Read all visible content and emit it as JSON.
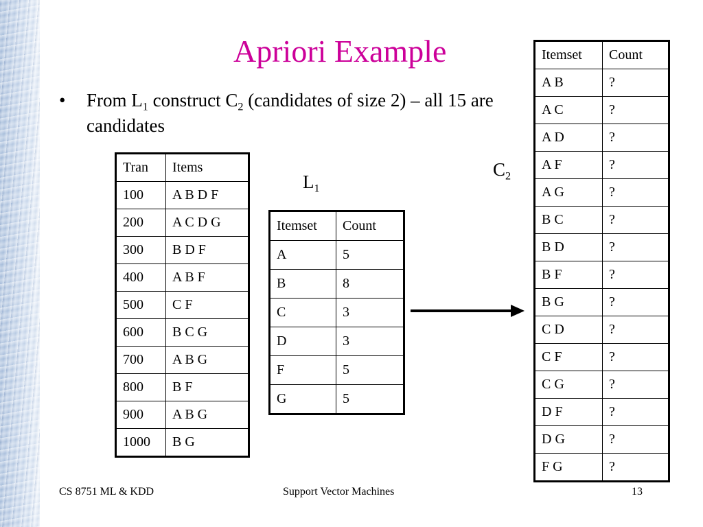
{
  "slide": {
    "title": "Apriori Example",
    "bullet": {
      "symbol": "•",
      "text_1": "From L",
      "sub_1": "1",
      "text_2": " construct C",
      "sub_2": "2",
      "text_3": " (candidates of size 2) – all 15 are candidates"
    },
    "transactions_table": {
      "headers": [
        "Tran",
        "Items"
      ],
      "rows": [
        [
          "100",
          "A B D F"
        ],
        [
          "200",
          "A C D G"
        ],
        [
          "300",
          "B D F"
        ],
        [
          "400",
          "A B F"
        ],
        [
          "500",
          "C F"
        ],
        [
          "600",
          "B C G"
        ],
        [
          "700",
          "A B G"
        ],
        [
          "800",
          "B F"
        ],
        [
          "900",
          "A B G"
        ],
        [
          "1000",
          "B G"
        ]
      ]
    },
    "l1_label": {
      "base": "L",
      "sub": "1"
    },
    "l1_table": {
      "headers": [
        "Itemset",
        "Count"
      ],
      "rows": [
        [
          "A",
          "5"
        ],
        [
          "B",
          "8"
        ],
        [
          "C",
          "3"
        ],
        [
          "D",
          "3"
        ],
        [
          "F",
          "5"
        ],
        [
          "G",
          "5"
        ]
      ]
    },
    "c2_label": {
      "base": "C",
      "sub": "2"
    },
    "c2_table": {
      "headers": [
        "Itemset",
        "Count"
      ],
      "rows": [
        [
          "A B",
          "?"
        ],
        [
          "A C",
          "?"
        ],
        [
          "A D",
          "?"
        ],
        [
          "A F",
          "?"
        ],
        [
          "A G",
          "?"
        ],
        [
          "B C",
          "?"
        ],
        [
          "B D",
          "?"
        ],
        [
          "B F",
          "?"
        ],
        [
          "B G",
          "?"
        ],
        [
          "C D",
          "?"
        ],
        [
          "C F",
          "?"
        ],
        [
          "C G",
          "?"
        ],
        [
          "D F",
          "?"
        ],
        [
          "D G",
          "?"
        ],
        [
          "F G",
          "?"
        ]
      ]
    },
    "footer": {
      "left": "CS 8751 ML & KDD",
      "center": "Support Vector Machines",
      "page_number": "13"
    },
    "colors": {
      "title": "#cc0099",
      "strip": "#b8cbe4"
    }
  }
}
